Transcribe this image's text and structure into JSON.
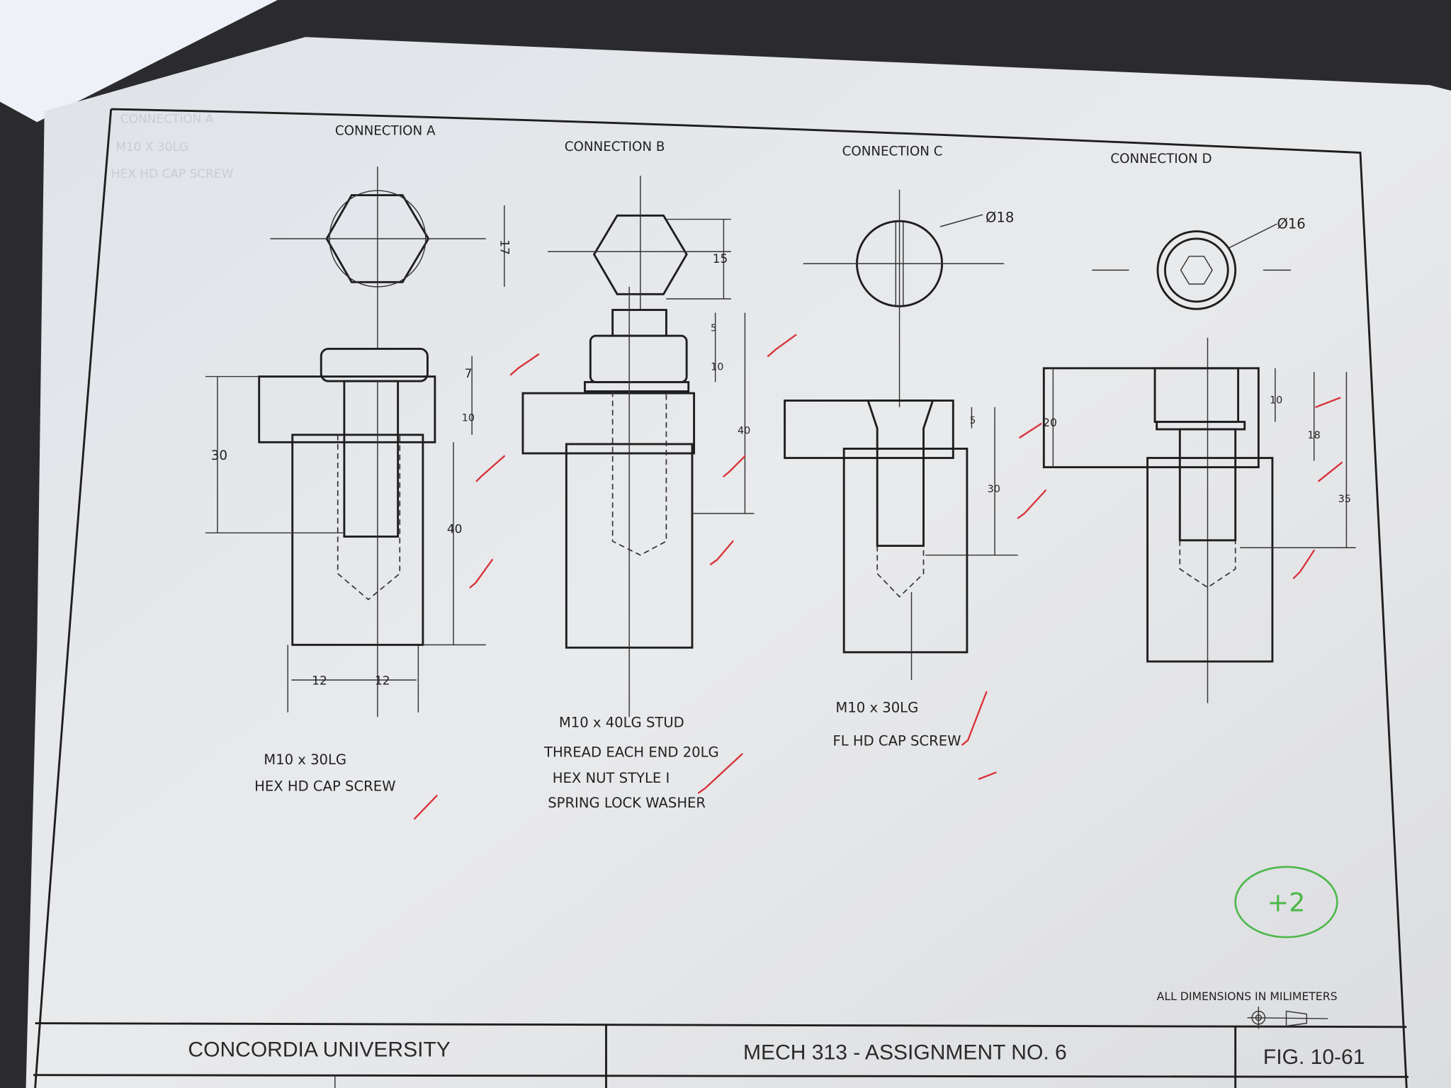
{
  "connections": [
    {
      "title": "CONNECTION A",
      "dims": [
        "17",
        "7",
        "10",
        "30",
        "40",
        "12",
        "12"
      ],
      "notes": [
        "M10 x 30LG",
        "HEX HD CAP SCREW"
      ]
    },
    {
      "title": "CONNECTION B",
      "dims": [
        "15",
        "5",
        "10",
        "40"
      ],
      "notes": [
        "M10 x 40LG STUD",
        "THREAD EACH END 20LG",
        "HEX NUT STYLE I",
        "SPRING LOCK WASHER"
      ]
    },
    {
      "title": "CONNECTION C",
      "dims": [
        "Ø18",
        "5",
        "30"
      ],
      "notes": [
        "M10 x 30LG",
        "FL HD CAP SCREW"
      ]
    },
    {
      "title": "CONNECTION D",
      "dims": [
        "Ø16",
        "20",
        "10",
        "18",
        "35"
      ],
      "notes": []
    }
  ],
  "ghost_text": [
    "CONNECTION A",
    "M10 X 30LG",
    "HEX HD CAP SCREW"
  ],
  "grade": "+2",
  "units_note": "ALL DIMENSIONS IN MILIMETERS",
  "title_block": {
    "institution": "CONCORDIA UNIVERSITY",
    "assignment": "MECH 313 - ASSIGNMENT NO. 6",
    "figure": "FIG. 10-61"
  },
  "colors": {
    "ink": "#1e1e1e",
    "paper": "#e6e8ea",
    "grader_red": "#d8333a",
    "grade_green": "#4cb84a"
  }
}
